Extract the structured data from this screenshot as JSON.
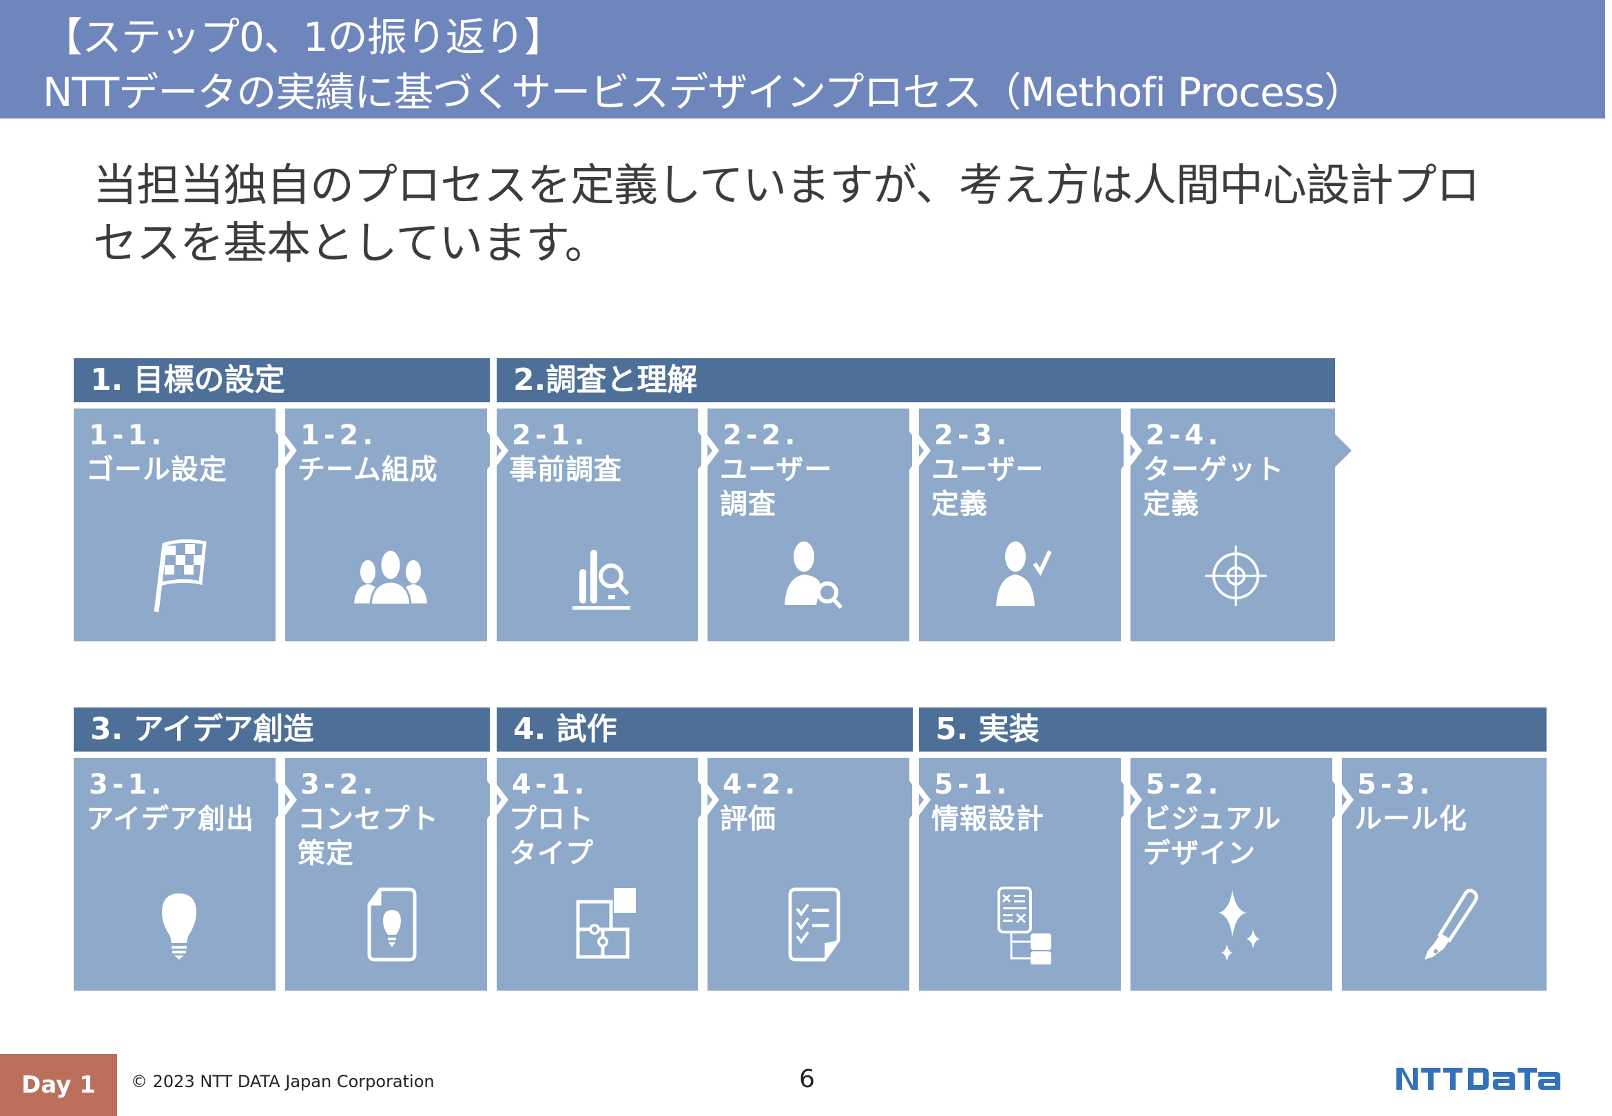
{
  "title": {
    "line1": "【ステップ0、1の振り返り】",
    "line2": "NTTデータの実績に基づくサービスデザインプロセス（Methofi Process）",
    "band_color": "#6f86bd"
  },
  "subtitle": {
    "line1": "当担当独自のプロセスを定義していますが、考え方は人間中心設計プロ",
    "line2": "セスを基本としています。"
  },
  "colors": {
    "phase_header": "#4e6f97",
    "tile": "#8ea9c9",
    "day_badge": "#bb6f5b",
    "logo": "#3371b8"
  },
  "phases": [
    {
      "label": "1. 目標の設定"
    },
    {
      "label": "2.調査と理解"
    },
    {
      "label": "3. アイデア創造"
    },
    {
      "label": "4. 試作"
    },
    {
      "label": "5. 実装"
    }
  ],
  "steps": [
    {
      "num": "1-1.",
      "lines": [
        "ゴール設定"
      ],
      "icon": "checkered-flag-icon"
    },
    {
      "num": "1-2.",
      "lines": [
        "チーム組成"
      ],
      "icon": "team-icon"
    },
    {
      "num": "2-1.",
      "lines": [
        "事前調査"
      ],
      "icon": "chart-search-icon"
    },
    {
      "num": "2-2.",
      "lines": [
        "ユーザー",
        "調査"
      ],
      "icon": "user-search-icon"
    },
    {
      "num": "2-3.",
      "lines": [
        "ユーザー",
        "定義"
      ],
      "icon": "user-check-icon"
    },
    {
      "num": "2-4.",
      "lines": [
        "ターゲット",
        "定義"
      ],
      "icon": "target-icon"
    },
    {
      "num": "3-1.",
      "lines": [
        "アイデア創出"
      ],
      "icon": "lightbulb-icon"
    },
    {
      "num": "3-2.",
      "lines": [
        "コンセプト",
        "策定"
      ],
      "icon": "document-lightbulb-icon"
    },
    {
      "num": "4-1.",
      "lines": [
        "プロト",
        "タイプ"
      ],
      "icon": "puzzle-icon"
    },
    {
      "num": "4-2.",
      "lines": [
        "評価"
      ],
      "icon": "checklist-icon"
    },
    {
      "num": "5-1.",
      "lines": [
        "情報設計"
      ],
      "icon": "sitemap-icon"
    },
    {
      "num": "5-2.",
      "lines": [
        "ビジュアル",
        "デザイン"
      ],
      "icon": "sparkle-icon"
    },
    {
      "num": "5-3.",
      "lines": [
        "ルール化"
      ],
      "icon": "fountain-pen-icon"
    }
  ],
  "footer": {
    "day": "Day 1",
    "copyright": "© 2023 NTT DATA Japan Corporation",
    "page": "6",
    "logo": "NTT DATA"
  }
}
